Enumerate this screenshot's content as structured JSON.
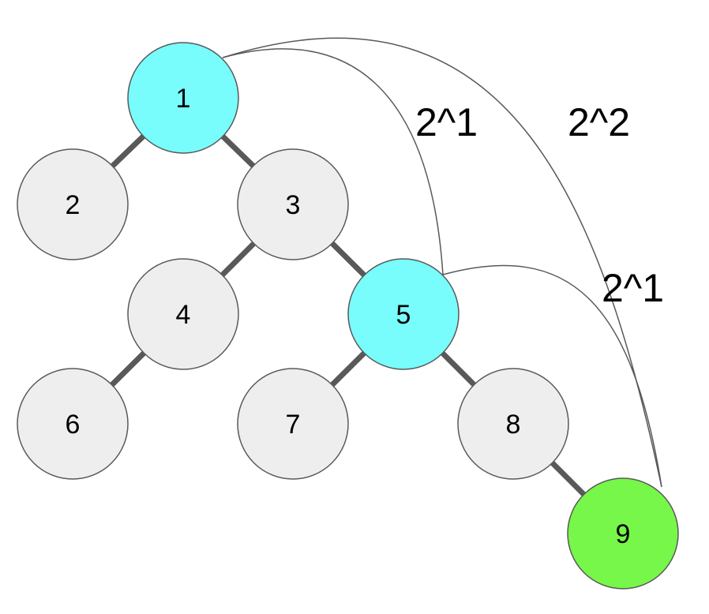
{
  "colors": {
    "default_node": "#eeeeee",
    "ancestor_node": "#78fcfc",
    "start_node": "#76f749",
    "edge": "#595959"
  },
  "nodes": [
    {
      "id": "1",
      "label": "1",
      "role": "ancestor"
    },
    {
      "id": "2",
      "label": "2",
      "role": "default"
    },
    {
      "id": "3",
      "label": "3",
      "role": "default"
    },
    {
      "id": "4",
      "label": "4",
      "role": "default"
    },
    {
      "id": "5",
      "label": "5",
      "role": "ancestor"
    },
    {
      "id": "6",
      "label": "6",
      "role": "default"
    },
    {
      "id": "7",
      "label": "7",
      "role": "default"
    },
    {
      "id": "8",
      "label": "8",
      "role": "default"
    },
    {
      "id": "9",
      "label": "9",
      "role": "start"
    }
  ],
  "edges": [
    {
      "from": "1",
      "to": "2"
    },
    {
      "from": "1",
      "to": "3"
    },
    {
      "from": "3",
      "to": "4"
    },
    {
      "from": "3",
      "to": "5"
    },
    {
      "from": "4",
      "to": "6"
    },
    {
      "from": "5",
      "to": "7"
    },
    {
      "from": "5",
      "to": "8"
    },
    {
      "from": "8",
      "to": "9"
    }
  ],
  "jumps": [
    {
      "from": "5",
      "to": "1",
      "label": "2^1"
    },
    {
      "from": "9",
      "to": "1",
      "label": "2^2"
    },
    {
      "from": "9",
      "to": "5",
      "label": "2^1"
    }
  ]
}
